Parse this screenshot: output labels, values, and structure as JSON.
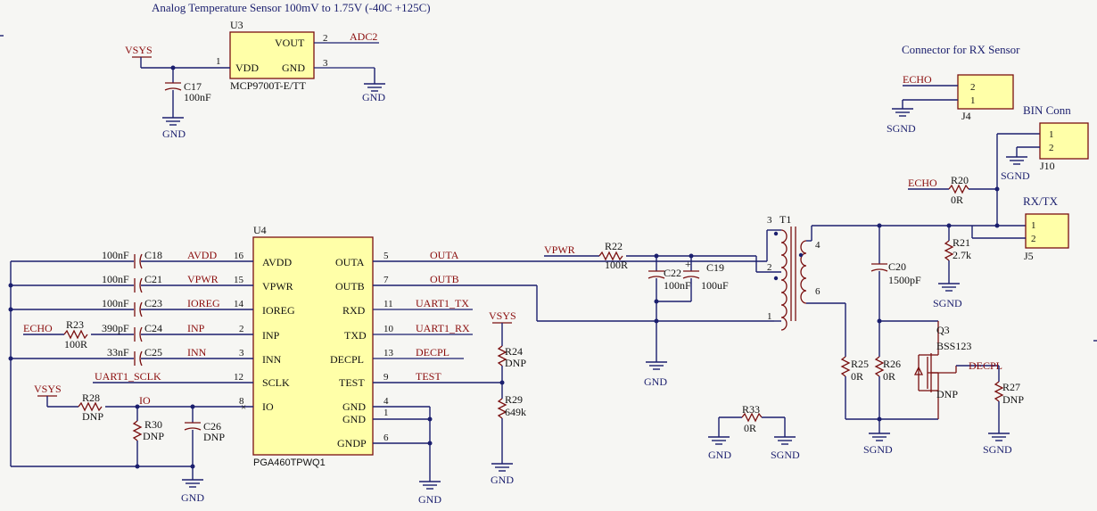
{
  "titles": {
    "temp_sensor": "Analog Temperature Sensor 100mV to 1.75V (-40C +125C)",
    "rx_connector": "Connector for RX Sensor",
    "bin_conn": "BIN Conn",
    "rxtx": "RX/TX"
  },
  "nets": {
    "vsys": "VSYS",
    "gnd": "GND",
    "sgnd": "SGND",
    "adc2": "ADC2",
    "echo": "ECHO",
    "avdd": "AVDD",
    "vpwr": "VPWR",
    "ioreg": "IOREG",
    "inp": "INP",
    "inn": "INN",
    "uart1_sclk": "UART1_SCLK",
    "io": "IO",
    "outa": "OUTA",
    "outb": "OUTB",
    "uart1_tx": "UART1_TX",
    "uart1_rx": "UART1_RX",
    "decpl": "DECPL",
    "test": "TEST"
  },
  "u3": {
    "ref": "U3",
    "part": "MCP9700T-E/TT",
    "pins": [
      {
        "num": "1",
        "name": "VDD"
      },
      {
        "num": "2",
        "name": "VOUT"
      },
      {
        "num": "3",
        "name": "GND"
      }
    ]
  },
  "u4": {
    "ref": "U4",
    "part": "PGA460TPWQ1",
    "left_pins": [
      {
        "num": "16",
        "name": "AVDD"
      },
      {
        "num": "15",
        "name": "VPWR"
      },
      {
        "num": "14",
        "name": "IOREG"
      },
      {
        "num": "2",
        "name": "INP"
      },
      {
        "num": "3",
        "name": "INN"
      },
      {
        "num": "12",
        "name": "SCLK"
      },
      {
        "num": "8",
        "name": "IO"
      }
    ],
    "right_pins": [
      {
        "num": "5",
        "name": "OUTA"
      },
      {
        "num": "7",
        "name": "OUTB"
      },
      {
        "num": "11",
        "name": "RXD"
      },
      {
        "num": "10",
        "name": "TXD"
      },
      {
        "num": "13",
        "name": "DECPL"
      },
      {
        "num": "9",
        "name": "TEST"
      },
      {
        "num": "4",
        "name": "GND"
      },
      {
        "num": "1",
        "name": "GND"
      },
      {
        "num": "6",
        "name": "GNDP"
      }
    ]
  },
  "components": {
    "c17": {
      "ref": "C17",
      "value": "100nF"
    },
    "c18": {
      "ref": "C18",
      "value": "100nF"
    },
    "c21": {
      "ref": "C21",
      "value": "100nF"
    },
    "c23": {
      "ref": "C23",
      "value": "100nF"
    },
    "c24": {
      "ref": "C24",
      "value": "390pF"
    },
    "c25": {
      "ref": "C25",
      "value": "33nF"
    },
    "c26": {
      "ref": "C26",
      "value": "DNP"
    },
    "r23": {
      "ref": "R23",
      "value": "100R"
    },
    "r28": {
      "ref": "R28",
      "value": "DNP"
    },
    "r30": {
      "ref": "R30",
      "value": "DNP"
    },
    "r24": {
      "ref": "R24",
      "value": "DNP"
    },
    "r29": {
      "ref": "R29",
      "value": "649k"
    },
    "r22": {
      "ref": "R22",
      "value": "100R"
    },
    "c22": {
      "ref": "C22",
      "value": "100nF"
    },
    "c19": {
      "ref": "C19",
      "value": "100uF"
    },
    "t1": {
      "ref": "T1",
      "pins": [
        "3",
        "2",
        "1",
        "4",
        "6"
      ]
    },
    "c20": {
      "ref": "C20",
      "value": "1500pF"
    },
    "r21": {
      "ref": "R21",
      "value": "2.7k"
    },
    "r20": {
      "ref": "R20",
      "value": "0R"
    },
    "r25": {
      "ref": "R25",
      "value": "0R"
    },
    "r26": {
      "ref": "R26",
      "value": "0R"
    },
    "q3": {
      "ref": "Q3",
      "part": "BSS123",
      "value": "DNP"
    },
    "r27": {
      "ref": "R27",
      "value": "DNP"
    },
    "r33": {
      "ref": "R33",
      "value": "0R"
    },
    "j4": {
      "ref": "J4",
      "pins": [
        "2",
        "1"
      ]
    },
    "j10": {
      "ref": "J10",
      "pins": [
        "1",
        "2"
      ]
    },
    "j5": {
      "ref": "J5",
      "pins": [
        "1",
        "2"
      ]
    }
  }
}
